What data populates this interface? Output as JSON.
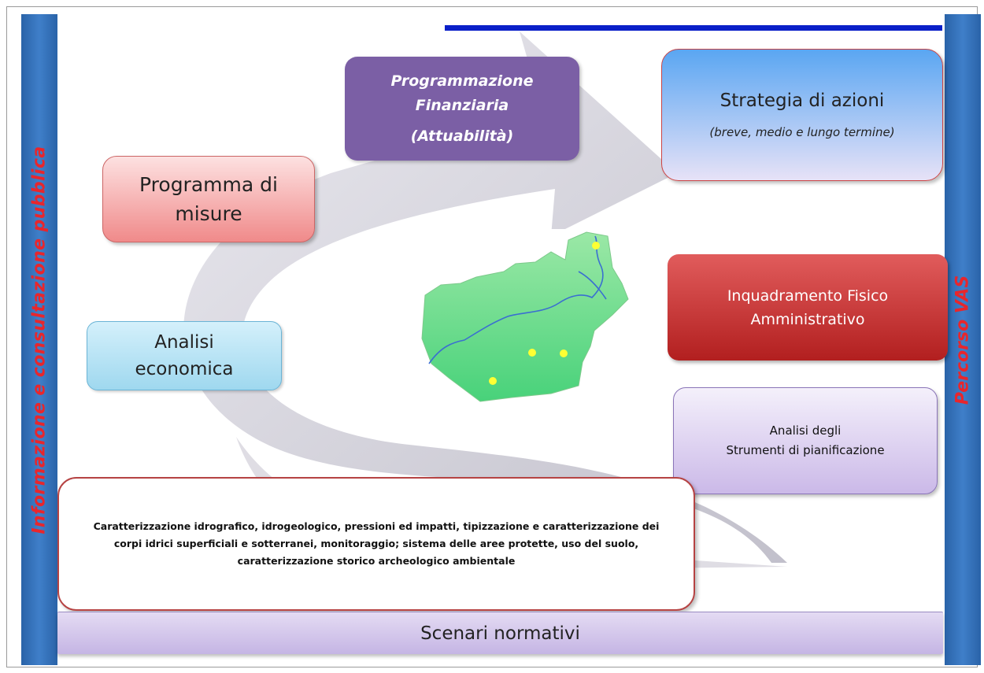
{
  "left_sidebar": {
    "text": "Informazione e consultazione pubblica"
  },
  "right_sidebar": {
    "text": "Percorso VAS"
  },
  "boxes": {
    "programma": {
      "line1": "Programma di",
      "line2": "misure"
    },
    "finanziaria": {
      "line1": "Programmazione",
      "line2": "Finanziaria",
      "line3": "(Attuabilità)"
    },
    "strategia": {
      "title": "Strategia di azioni",
      "subtitle": "(breve, medio e lungo termine)"
    },
    "inquadramento": {
      "line1": "Inquadramento Fisico",
      "line2": "Amministrativo"
    },
    "analisi_economica": {
      "line1": "Analisi",
      "line2": "economica"
    },
    "strumenti": {
      "line1": "Analisi degli",
      "line2": "Strumenti di pianificazione"
    },
    "caratterizzazione": {
      "text": "Caratterizzazione idrografico, idrogeologico, pressioni ed impatti, tipizzazione e caratterizzazione dei corpi idrici superficiali e sotterranei, monitoraggio; sistema delle aree protette, uso del suolo, caratterizzazione storico archeologico ambientale"
    },
    "scenari": {
      "text": "Scenari normativi"
    }
  },
  "colors": {
    "sidebar_blue": "#3f7fc9",
    "sidebar_text_red": "#e8262c",
    "top_line_blue": "#0a1fc8",
    "map_green": "#6fdc8c",
    "map_river": "#3a6fd1",
    "map_dot": "#ffff33"
  }
}
